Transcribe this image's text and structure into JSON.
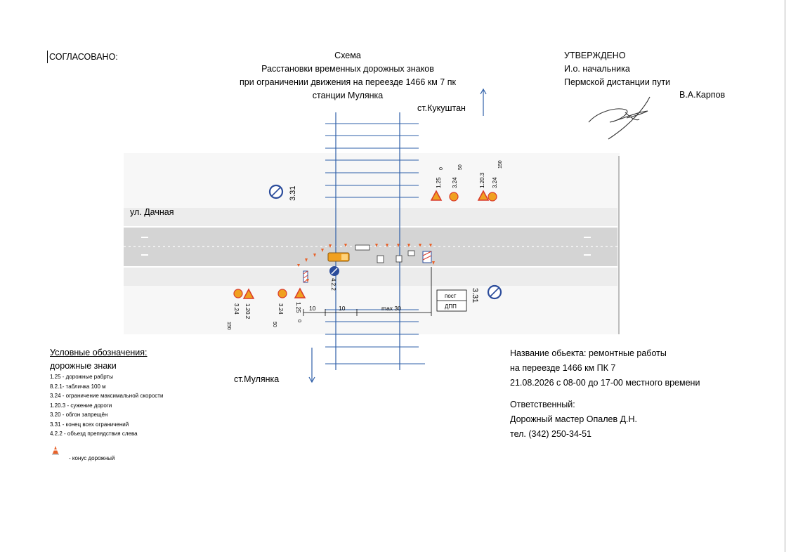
{
  "header": {
    "agreed": "СОГЛАСОВАНО:",
    "title_lines": [
      "Схема",
      "Расстановки временных дорожных знаков",
      "при ограничении движения на переезде 1466 км  7 пк",
      "станции Мулянка"
    ],
    "approved_lines": [
      "УТВЕРЖДЕНО",
      "И.о. начальника",
      "Пермской дистанции пути"
    ],
    "signatory": "В.А.Карпов"
  },
  "diagram": {
    "station_north": "ст.Кукуштан",
    "station_south": "ст.Мулянка",
    "street_name": "ул. Дачная",
    "sign_labels": {
      "s331_top": "3.31",
      "s331_bottom": "3.31",
      "s125_top": "1.25",
      "s324_top": "3.24",
      "s1203_top": "1.20.3",
      "s324_top2": "3.24",
      "d0_top": "0",
      "d50_top": "50",
      "d150_top": "150",
      "s324_bottom_left": "3.24",
      "s1202_bottom": "1.20.2",
      "d150_bottom": "150",
      "s324_bottom": "3.24",
      "d50_bottom": "50",
      "s125_bottom": "1.25",
      "d0_bottom": "0",
      "s422": "4.2.2"
    },
    "dimensions": [
      "10",
      "10",
      "max 30"
    ],
    "post_lines": [
      "пост",
      "ДПП"
    ]
  },
  "legend": {
    "title": "Условные обозначения:",
    "subtitle": "дорожные знаки",
    "items": [
      "1.25 - дорожные рабрты",
      "8.2.1- табличка 100 м",
      "3.24 - ограничение максимальной скорости",
      "1.20.3 - сужение дороги",
      "3.20 - обгон запрещён",
      "3.31 - конец всех ограничений",
      "4.2.2 - объезд препядствия слева"
    ],
    "cone_label": "- конус дорожный"
  },
  "object_info": {
    "lines": [
      "Название обьекта: ремонтные работы",
      "на переезде 1466 км ПК 7",
      "21.08.2026 с 08-00 до 17-00 местного времени"
    ],
    "responsible_lines": [
      "Ответственный:",
      "Дорожный мастер Опалев Д.Н.",
      "тел. (342) 250-34-51"
    ]
  },
  "colors": {
    "road": "#d8d8d8",
    "shoulder": "#efefef",
    "track": "#2e5fa8",
    "sign_orange": "#f0a020",
    "sign_red": "#d93a2a",
    "sign_blue": "#2b4c9b"
  }
}
